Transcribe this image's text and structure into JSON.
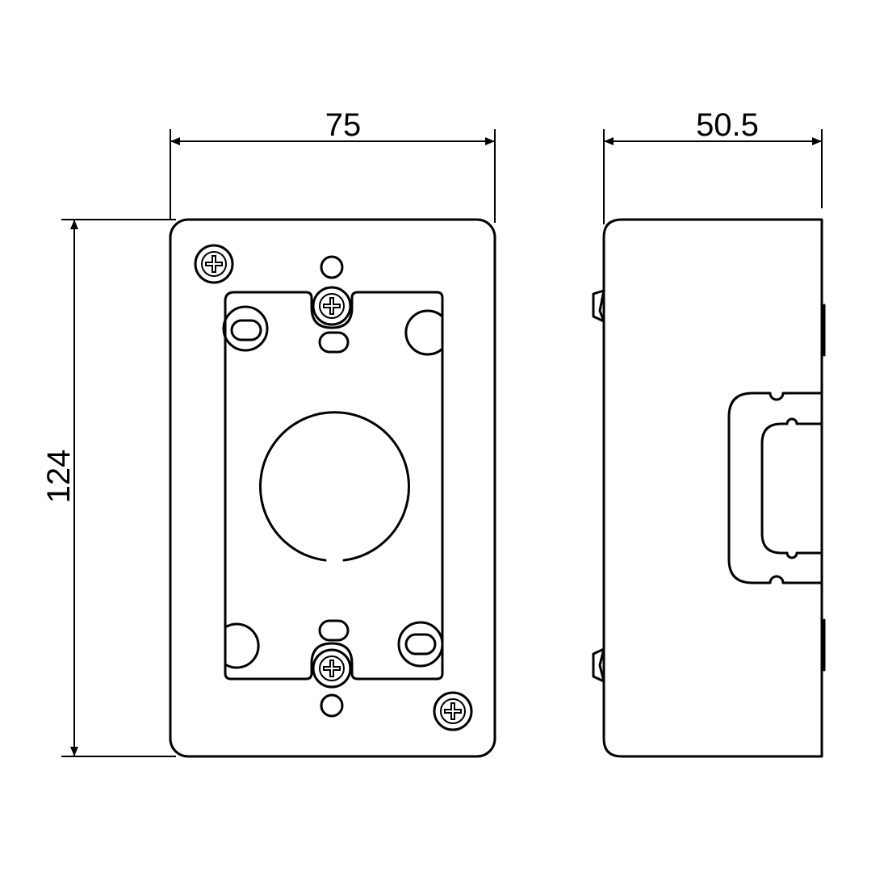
{
  "front_view": {
    "width_dimension": "75",
    "height_dimension": "124"
  },
  "side_view": {
    "depth_dimension": "50.5"
  },
  "colors": {
    "line": "#000000",
    "background": "#ffffff"
  },
  "icons": {
    "screw": "phillips-screw-icon"
  }
}
